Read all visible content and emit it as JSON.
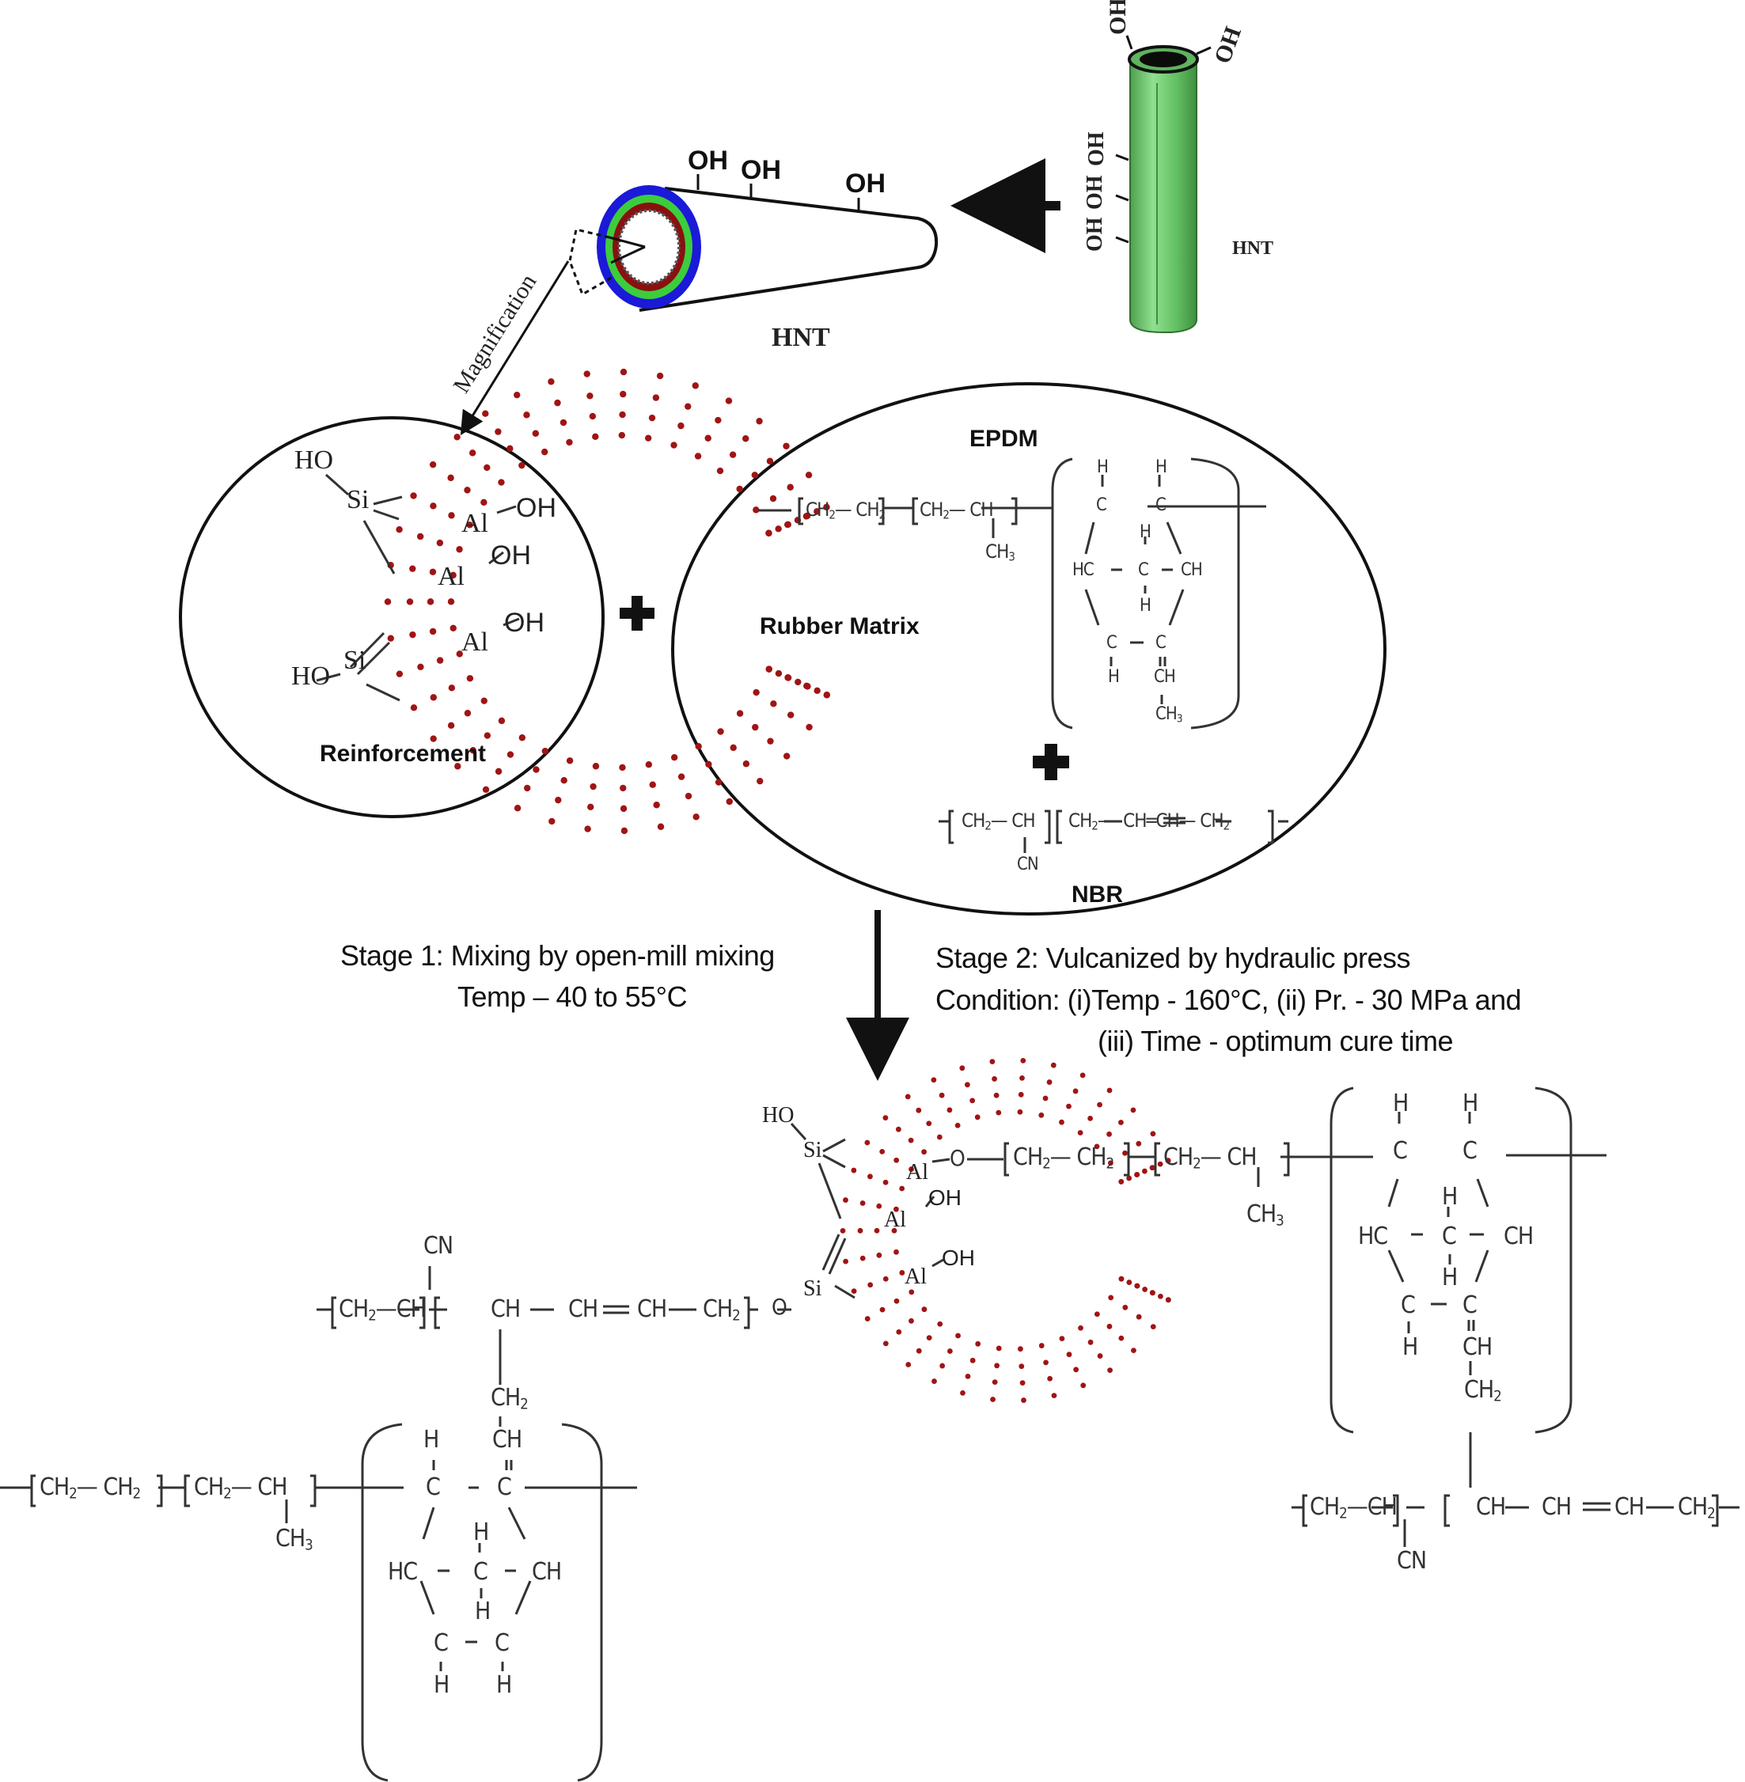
{
  "hnt_section": {
    "hnt_tube_label": "HNT",
    "hnt_cross_label": "HNT",
    "oh_group": "OH",
    "magnification_label": "Magnification"
  },
  "reinforcement": {
    "title": "Reinforcement",
    "ho": "HO",
    "si": "Si",
    "al": "Al",
    "oh": "OH"
  },
  "rubber_matrix": {
    "title": "Rubber Matrix",
    "epdm_label": "EPDM",
    "nbr_label": "NBR"
  },
  "stages": {
    "stage1_line1": "Stage 1: Mixing by open-mill mixing",
    "stage1_line2": "Temp – 40 to 55°C",
    "stage2_line1": "Stage 2: Vulcanized by hydraulic press",
    "stage2_line2": "Condition: (i)Temp - 160°C, (ii) Pr. - 30 MPa  and",
    "stage2_line3": "(iii) Time - optimum cure time"
  },
  "atoms": {
    "H": "H",
    "C": "C",
    "HC": "HC",
    "CH": "CH",
    "CN": "CN",
    "O": "O"
  },
  "colors": {
    "hnt_green": "#6cc46c",
    "outer_ring": "#1414d8",
    "middle_ring": "#32c832",
    "dots": "#a01414"
  }
}
